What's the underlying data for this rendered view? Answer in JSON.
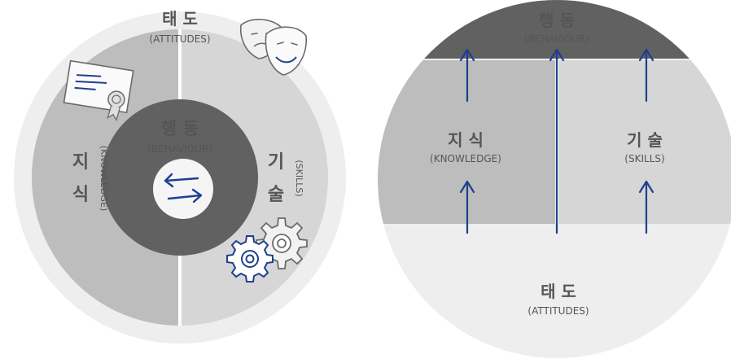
{
  "left_diagram": {
    "outer": {
      "ko": "태 도",
      "en": "(ATTITUDES)"
    },
    "inner": {
      "ko": "행 동",
      "en": "(BEHAVIOUR)"
    },
    "left": {
      "ko_1": "지",
      "ko_2": "식",
      "en": "(KNOWLEDGE)"
    },
    "right": {
      "ko_1": "기",
      "ko_2": "술",
      "en": "(SKILLS)"
    },
    "icons": [
      "theater-masks-icon",
      "certificate-icon",
      "gears-icon",
      "exchange-arrows-icon"
    ]
  },
  "right_diagram": {
    "top": {
      "ko": "행 동",
      "en": "(BEHAVIOUR)"
    },
    "left": {
      "ko": "지 식",
      "en": "(KNOWLEDGE)"
    },
    "right": {
      "ko": "기 술",
      "en": "(SKILLS)"
    },
    "bottom": {
      "ko": "태 도",
      "en": "(ATTITUDES)"
    }
  },
  "colors": {
    "outer_ring": "#eeeeee",
    "knowledge": "#bdbdbd",
    "skills": "#d6d6d6",
    "core": "#616161",
    "center": "#f5f5f5",
    "accent_blue": "#1f3f8f",
    "text": "#555555"
  }
}
